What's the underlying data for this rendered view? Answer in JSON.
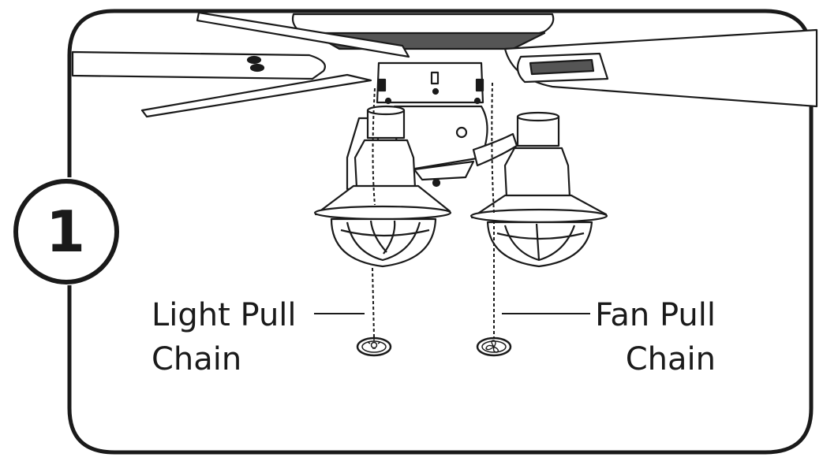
{
  "step": {
    "number": "1"
  },
  "labels": {
    "light_line1": "Light Pull",
    "light_line2": "Chain",
    "fan_line1": "Fan Pull",
    "fan_line2": "Chain"
  },
  "icons": {
    "light_pull": "lightbulb-icon",
    "fan_pull": "fan-icon"
  },
  "colors": {
    "line": "#1a1a1a",
    "background": "#ffffff"
  }
}
